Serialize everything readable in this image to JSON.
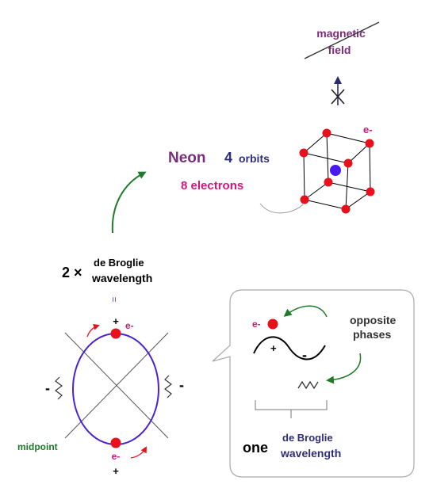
{
  "labels": {
    "magnetic_line1": "magnetic",
    "magnetic_line2": "field",
    "neon": "Neon",
    "orbit_count": "4",
    "orbits": "orbits",
    "electrons": "8 electrons",
    "cube_electron": "e-",
    "two_times": "2 ×",
    "de_broglie": "de Broglie",
    "wavelength": "wavelength",
    "equals": "=",
    "top_plus": "+",
    "top_electron": "e-",
    "bottom_electron": "e-",
    "bottom_plus": "+",
    "left_minus": "-",
    "right_minus": "-",
    "midpoint": "midpoint",
    "bubble_electron": "e-",
    "wave_plus": "+",
    "wave_minus": "-",
    "opposite": "opposite",
    "phases": "phases",
    "one": "one",
    "bubble_de_broglie": "de Broglie",
    "bubble_wavelength": "wavelength"
  },
  "colors": {
    "purple": "#7b2d7b",
    "navy": "#2d2d7b",
    "magenta": "#d4157a",
    "green": "#1f7a2a",
    "red": "#e8101a",
    "blue_orbit": "#4a22d6",
    "nucleus": "#4a18f0"
  }
}
